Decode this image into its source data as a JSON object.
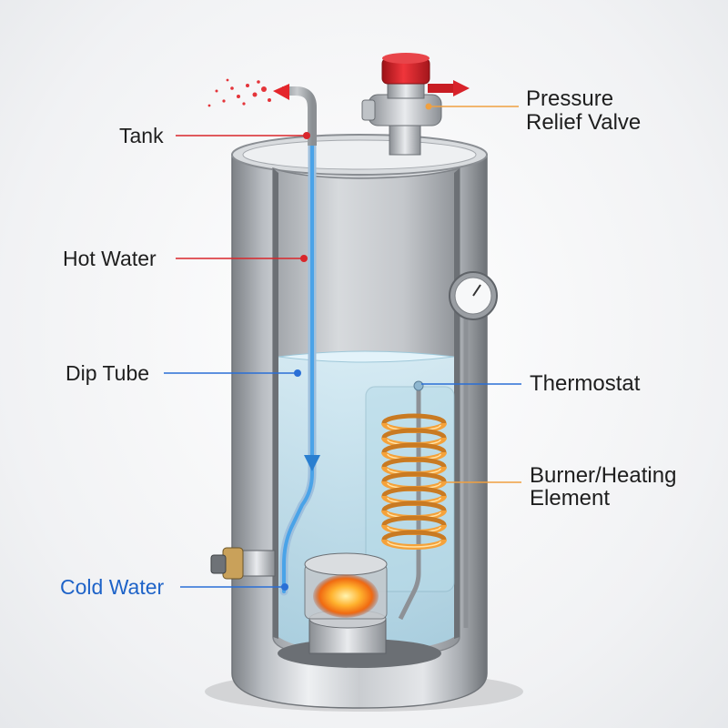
{
  "labels": {
    "tank": "Tank",
    "hot_water": "Hot Water",
    "dip_tube": "Dip Tube",
    "cold_water": "Cold Water",
    "pressure_relief_valve_line1": "Pressure",
    "pressure_relief_valve_line2": "Relief Valve",
    "thermostat": "Thermostat",
    "burner_line1": "Burner/Heating",
    "burner_line2": "Element"
  },
  "colors": {
    "hot_leader": "#d9262b",
    "cold_leader": "#2a6fd6",
    "element_leader": "#f0a040",
    "cold_label": "#1e63c8",
    "valve_cap": "#d8222a",
    "coil": "#f5a23a",
    "water": "#bfe0ee"
  },
  "icons": [
    "pressure-gauge-icon",
    "flame-icon",
    "arrow-right-icon"
  ]
}
